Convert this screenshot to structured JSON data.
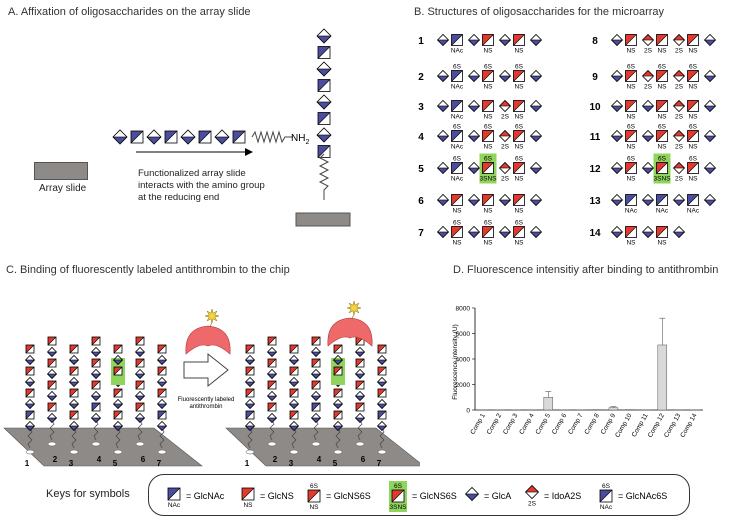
{
  "panels": {
    "a": {
      "title": "A. Affixation of oligosaccharides on the array slide",
      "slide_label": "Array slide",
      "amine_label": "NH",
      "amine_subscript": "2",
      "caption_lines": [
        "Functionalized array slide",
        "interacts with the amino group",
        "at the reducing end"
      ]
    },
    "b": {
      "title": "B. Structures of oligosaccharides for the microarray",
      "compounds": [
        "1",
        "2",
        "3",
        "4",
        "5",
        "6",
        "7",
        "8",
        "9",
        "10",
        "11",
        "12",
        "13",
        "14"
      ]
    },
    "c": {
      "title": "C. Binding of fluorescently labeled antithrombin to the chip",
      "arrow_label_lines": [
        "Fluorescently labeled",
        "antithrombin"
      ],
      "lane_labels": [
        "1",
        "2",
        "3",
        "4",
        "5",
        "6",
        "7"
      ]
    },
    "d": {
      "title": "D. Fluorescence intensitiy after binding to antithrombin"
    }
  },
  "symbol_labels": {
    "nac": "NAc",
    "ns": "NS",
    "s6": "6S",
    "s2": "2S",
    "tsns": "3SNS"
  },
  "keys": {
    "title": "Keys for symbols",
    "items": [
      "= GlcNAc",
      "= GlcNS",
      "= GlcNS6S",
      "= GlcNS6S",
      "= GlcA",
      "= IdoA2S",
      "= GlcNAc6S"
    ]
  },
  "colors": {
    "blue": "#4b4d9f",
    "red": "#e23a2f",
    "green": "#8fd45c",
    "gray": "#8e8a87",
    "star": "#f2d341",
    "protein": "#ee6a6a"
  },
  "chart_data": {
    "type": "bar",
    "categories": [
      "Comp 1",
      "Comp 2",
      "Comp 3",
      "Comp 4",
      "Comp 5",
      "Comp 6",
      "Comp 7",
      "Comp 8",
      "Comp 9",
      "Comp 10",
      "Comp 11",
      "Comp 12",
      "Comp 13",
      "Comp 14"
    ],
    "values": [
      20,
      10,
      10,
      20,
      1000,
      10,
      10,
      30,
      180,
      30,
      10,
      5100,
      20,
      10
    ],
    "errors": [
      10,
      5,
      5,
      10,
      450,
      5,
      5,
      15,
      80,
      15,
      5,
      2100,
      10,
      5
    ],
    "ylabel": "Fluorescence intensity (U)",
    "ylim": [
      0,
      8000
    ],
    "yticks": [
      0,
      2000,
      4000,
      6000,
      8000
    ],
    "grid": false,
    "bar_color": "#d9d9d9"
  }
}
